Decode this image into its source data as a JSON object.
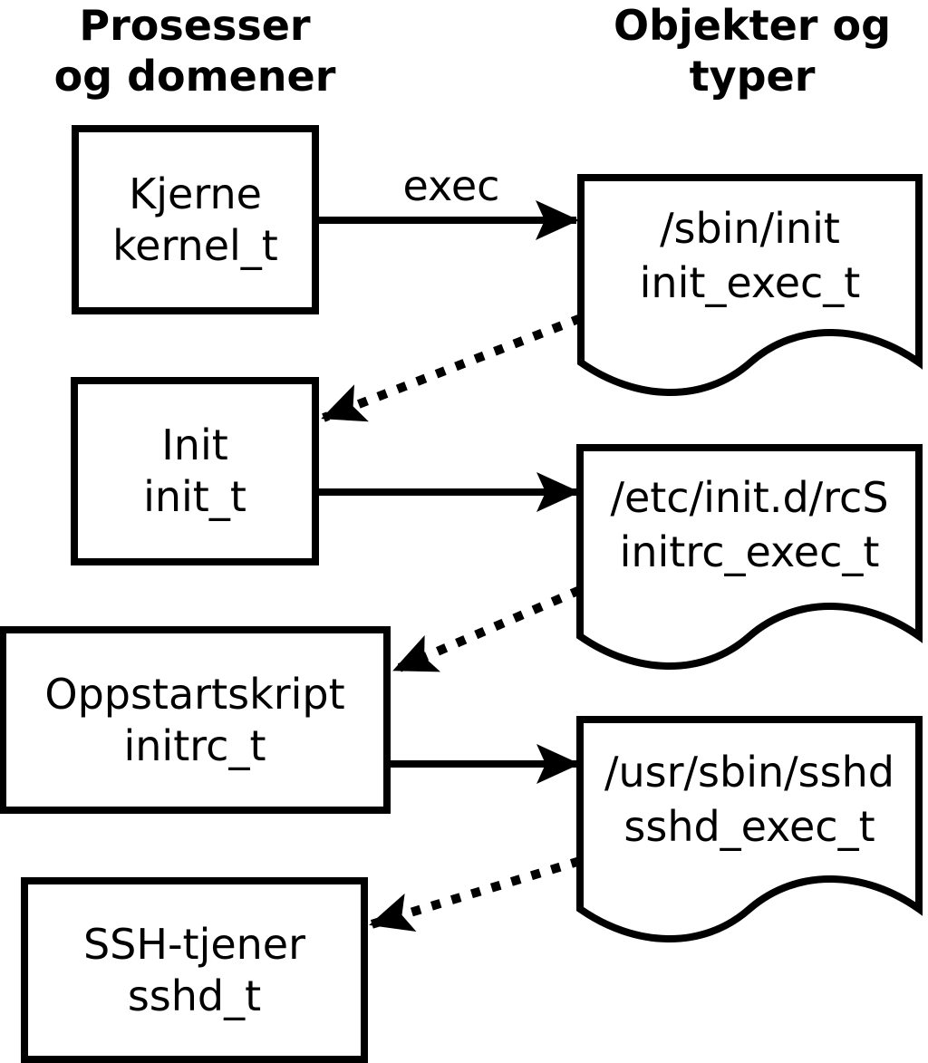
{
  "headers": {
    "left": {
      "line1": "Prosesser",
      "line2": "og domener"
    },
    "right": {
      "line1": "Objekter og",
      "line2": "typer"
    }
  },
  "processes": [
    {
      "name": "Kjerne",
      "type": "kernel_t"
    },
    {
      "name": "Init",
      "type": "init_t"
    },
    {
      "name": "Oppstartskript",
      "type": "initrc_t"
    },
    {
      "name": "SSH-tjener",
      "type": "sshd_t"
    }
  ],
  "objects": [
    {
      "path": "/sbin/init",
      "type": "init_exec_t"
    },
    {
      "path": "/etc/init.d/rcS",
      "type": "initrc_exec_t"
    },
    {
      "path": "/usr/sbin/sshd",
      "type": "sshd_exec_t"
    }
  ],
  "edges": [
    {
      "from": "kernel_t",
      "to": "init_exec_t",
      "style": "solid",
      "label": "exec"
    },
    {
      "from": "init_exec_t",
      "to": "init_t",
      "style": "dotted",
      "label": ""
    },
    {
      "from": "init_t",
      "to": "initrc_exec_t",
      "style": "solid",
      "label": ""
    },
    {
      "from": "initrc_exec_t",
      "to": "initrc_t",
      "style": "dotted",
      "label": ""
    },
    {
      "from": "initrc_t",
      "to": "sshd_exec_t",
      "style": "solid",
      "label": ""
    },
    {
      "from": "sshd_exec_t",
      "to": "sshd_t",
      "style": "dotted",
      "label": ""
    }
  ],
  "colors": {
    "foreground": "#000000",
    "background": "#ffffff"
  }
}
